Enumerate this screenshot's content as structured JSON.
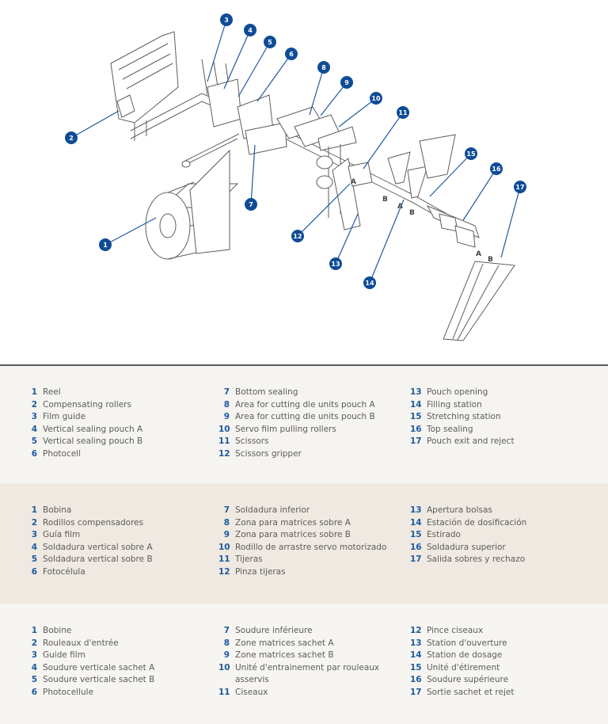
{
  "callouts": [
    "1",
    "2",
    "3",
    "4",
    "5",
    "6",
    "7",
    "8",
    "9",
    "10",
    "11",
    "12",
    "13",
    "14",
    "15",
    "16",
    "17"
  ],
  "pouch_marks": [
    "A",
    "B",
    "A",
    "B",
    "A",
    "B"
  ],
  "legend_en": {
    "col1": [
      {
        "n": "1",
        "t": "Reel"
      },
      {
        "n": "2",
        "t": "Compensating rollers"
      },
      {
        "n": "3",
        "t": "Film guide"
      },
      {
        "n": "4",
        "t": "Vertical sealing pouch A"
      },
      {
        "n": "5",
        "t": "Vertical sealing pouch B"
      },
      {
        "n": "6",
        "t": "Photocell"
      }
    ],
    "col2": [
      {
        "n": "7",
        "t": "Bottom sealing"
      },
      {
        "n": "8",
        "t": "Area for cutting die units pouch A"
      },
      {
        "n": "9",
        "t": "Area for cutting die units pouch B"
      },
      {
        "n": "10",
        "t": "Servo film pulling rollers"
      },
      {
        "n": "11",
        "t": "Scissors"
      },
      {
        "n": "12",
        "t": "Scissors gripper"
      }
    ],
    "col3": [
      {
        "n": "13",
        "t": "Pouch opening"
      },
      {
        "n": "14",
        "t": "Filling station"
      },
      {
        "n": "15",
        "t": "Stretching station"
      },
      {
        "n": "16",
        "t": "Top sealing"
      },
      {
        "n": "17",
        "t": "Pouch exit and reject"
      }
    ]
  },
  "legend_es": {
    "col1": [
      {
        "n": "1",
        "t": "Bobina"
      },
      {
        "n": "2",
        "t": "Rodillos compensadores"
      },
      {
        "n": "3",
        "t": "Guía film"
      },
      {
        "n": "4",
        "t": "Soldadura vertical sobre A"
      },
      {
        "n": "5",
        "t": "Soldadura vertical sobre B"
      },
      {
        "n": "6",
        "t": "Fotocélula"
      }
    ],
    "col2": [
      {
        "n": "7",
        "t": "Soldadura inferior"
      },
      {
        "n": "8",
        "t": "Zona para matrices sobre A"
      },
      {
        "n": "9",
        "t": "Zona para matrices sobre B"
      },
      {
        "n": "10",
        "t": "Rodillo de arrastre servo motorizado"
      },
      {
        "n": "11",
        "t": "Tijeras"
      },
      {
        "n": "12",
        "t": "Pinza tijeras"
      }
    ],
    "col3": [
      {
        "n": "13",
        "t": "Apertura bolsas"
      },
      {
        "n": "14",
        "t": "Estación de dosificación"
      },
      {
        "n": "15",
        "t": "Estirado"
      },
      {
        "n": "16",
        "t": "Soldadura superior"
      },
      {
        "n": "17",
        "t": "Salida sobres y rechazo"
      }
    ]
  },
  "legend_fr": {
    "col1": [
      {
        "n": "1",
        "t": "Bobine"
      },
      {
        "n": "2",
        "t": "Rouleaux d'entrée"
      },
      {
        "n": "3",
        "t": "Guide film"
      },
      {
        "n": "4",
        "t": "Soudure verticale sachet A"
      },
      {
        "n": "5",
        "t": "Soudure verticale sachet B"
      },
      {
        "n": "6",
        "t": "Photocellule"
      }
    ],
    "col2": [
      {
        "n": "7",
        "t": "Soudure inférieure"
      },
      {
        "n": "8",
        "t": "Zone matrices sachet A"
      },
      {
        "n": "9",
        "t": "Zone matrices sachet B"
      },
      {
        "n": "10",
        "t": "Unité d'entrainement par rouleaux asservis"
      },
      {
        "n": "11",
        "t": "Ciseaux"
      }
    ],
    "col3": [
      {
        "n": "12",
        "t": "Pince ciseaux"
      },
      {
        "n": "13",
        "t": "Station d'ouverture"
      },
      {
        "n": "14",
        "t": "Station de dosage"
      },
      {
        "n": "15",
        "t": "Unité d'étirement"
      },
      {
        "n": "16",
        "t": "Soudure supérieure"
      },
      {
        "n": "17",
        "t": "Sortie sachet et rejet"
      }
    ]
  }
}
